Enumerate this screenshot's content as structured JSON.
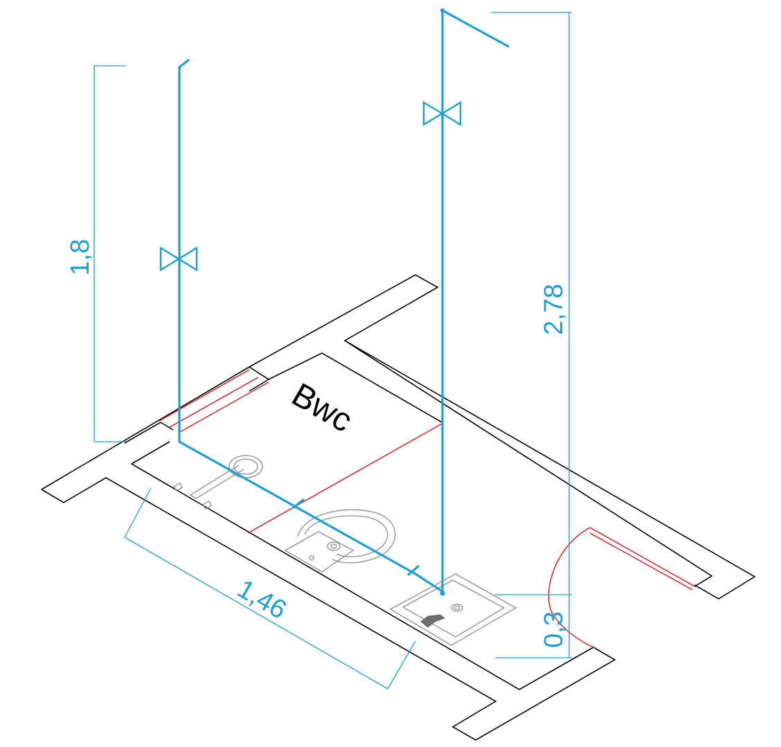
{
  "room_label": "Bwc",
  "dimensions": {
    "left_riser_height": "1,8",
    "right_riser_height": "2,78",
    "pipe_run_length": "1,46",
    "branch_offset": "0,3"
  },
  "colors": {
    "walls": "#000000",
    "openings": "#e8141b",
    "piping": "#1a9fd8",
    "fixtures": "#8c8c8c"
  },
  "icons": [
    "valve-icon",
    "valve-icon",
    "bathtub-symbol",
    "toilet-symbol",
    "washbasin-symbol"
  ]
}
